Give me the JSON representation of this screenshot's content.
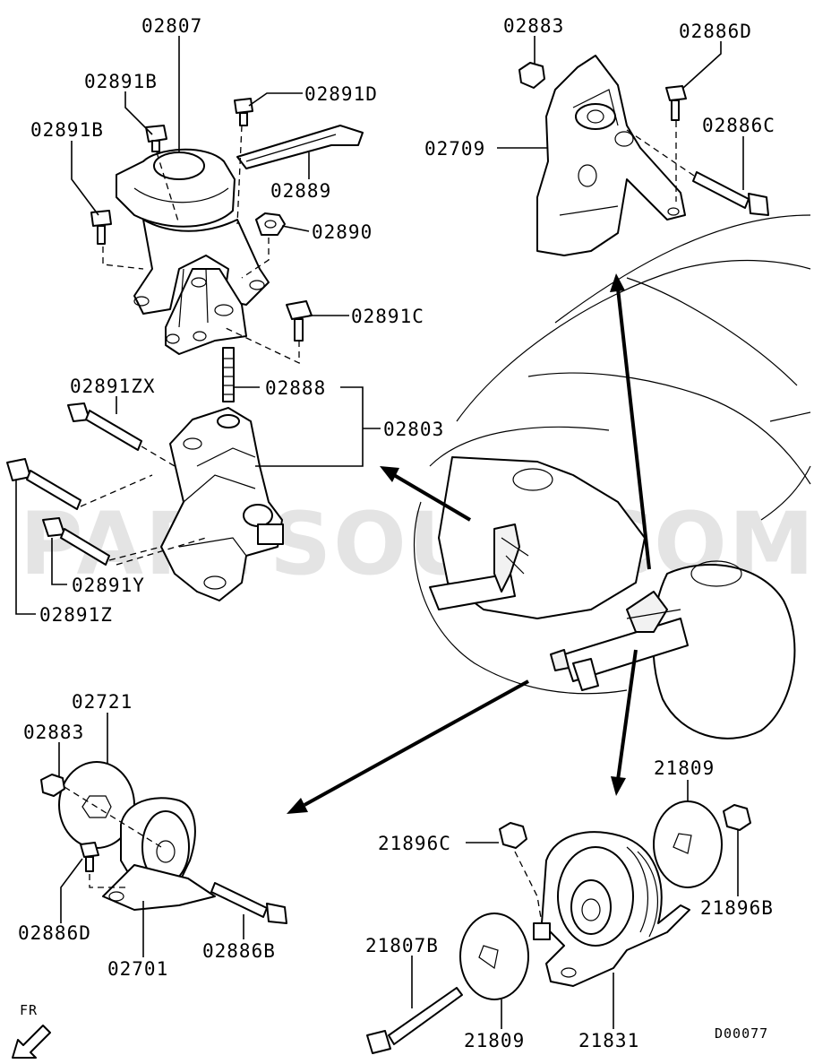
{
  "labels": {
    "p02807": "02807",
    "p02891B_a": "02891B",
    "p02891B_b": "02891B",
    "p02891D": "02891D",
    "p02889": "02889",
    "p02890": "02890",
    "p02891C": "02891C",
    "p02888": "02888",
    "p02891ZX": "02891ZX",
    "p02803": "02803",
    "p02891Y": "02891Y",
    "p02891Z": "02891Z",
    "p02883_top": "02883",
    "p02886D_top": "02886D",
    "p02709": "02709",
    "p02886C": "02886C",
    "p02721": "02721",
    "p02883_bot": "02883",
    "p02886D_bot": "02886D",
    "p02701": "02701",
    "p02886B": "02886B",
    "p21809_top": "21809",
    "p21896C": "21896C",
    "p21896B": "21896B",
    "p21807B": "21807B",
    "p21809_bot": "21809",
    "p21831": "21831"
  },
  "direction_label": "FR",
  "figure_code": "D00077",
  "watermark": "PARTSOUQ.COM"
}
